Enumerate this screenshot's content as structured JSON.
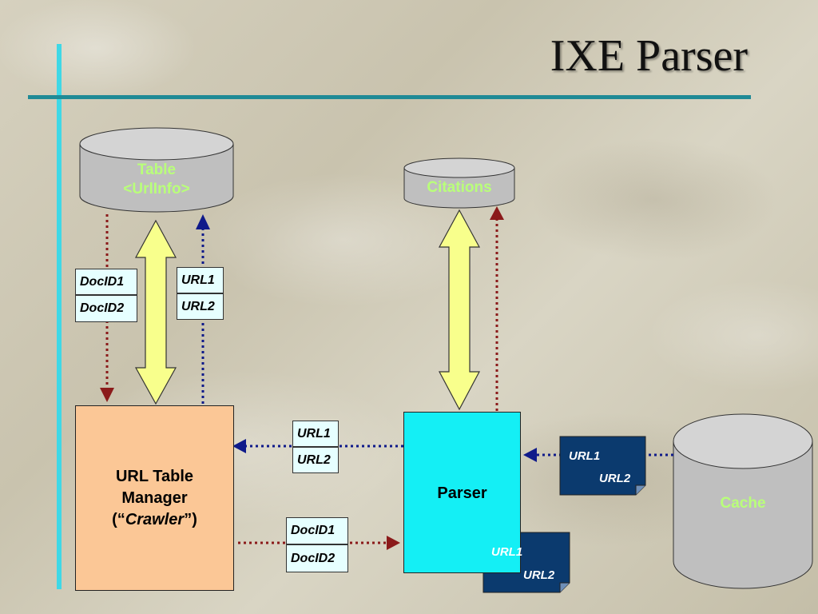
{
  "title": "IXE Parser",
  "stores": {
    "urlinfo": {
      "line1": "Table",
      "line2": "<UrlInfo>"
    },
    "citations": {
      "label": "Citations"
    },
    "cache": {
      "label": "Cache"
    }
  },
  "components": {
    "manager": {
      "line1": "URL Table",
      "line2": "Manager",
      "open": "(“",
      "italic": "Crawler",
      "close": "”)"
    },
    "parser": {
      "label": "Parser"
    }
  },
  "lists": {
    "docids_top": [
      "DocID1",
      "DocID2"
    ],
    "urls_top": [
      "URL1",
      "URL2"
    ],
    "urls_mid": [
      "URL1",
      "URL2"
    ],
    "docids_bottom": [
      "DocID1",
      "DocID2"
    ]
  },
  "documents": {
    "cache_doc": {
      "line1": "URL1",
      "line2": "URL2"
    },
    "parser_doc": {
      "line1": "URL1",
      "line2": "URL2"
    }
  },
  "colors": {
    "accent_line": "#3fd8e6",
    "rule_line": "#1f8a96",
    "cylinder": "#bfbfbf",
    "store_label": "#b9ff7a",
    "manager_fill": "#fbc796",
    "parser_fill": "#14eff5",
    "list_fill": "#e6ffff",
    "doc_fill": "#0b3a6e",
    "double_arrow": "#f8ff8c",
    "red_dotted": "#8b1a1a",
    "blue_dotted": "#0f1a8a"
  }
}
